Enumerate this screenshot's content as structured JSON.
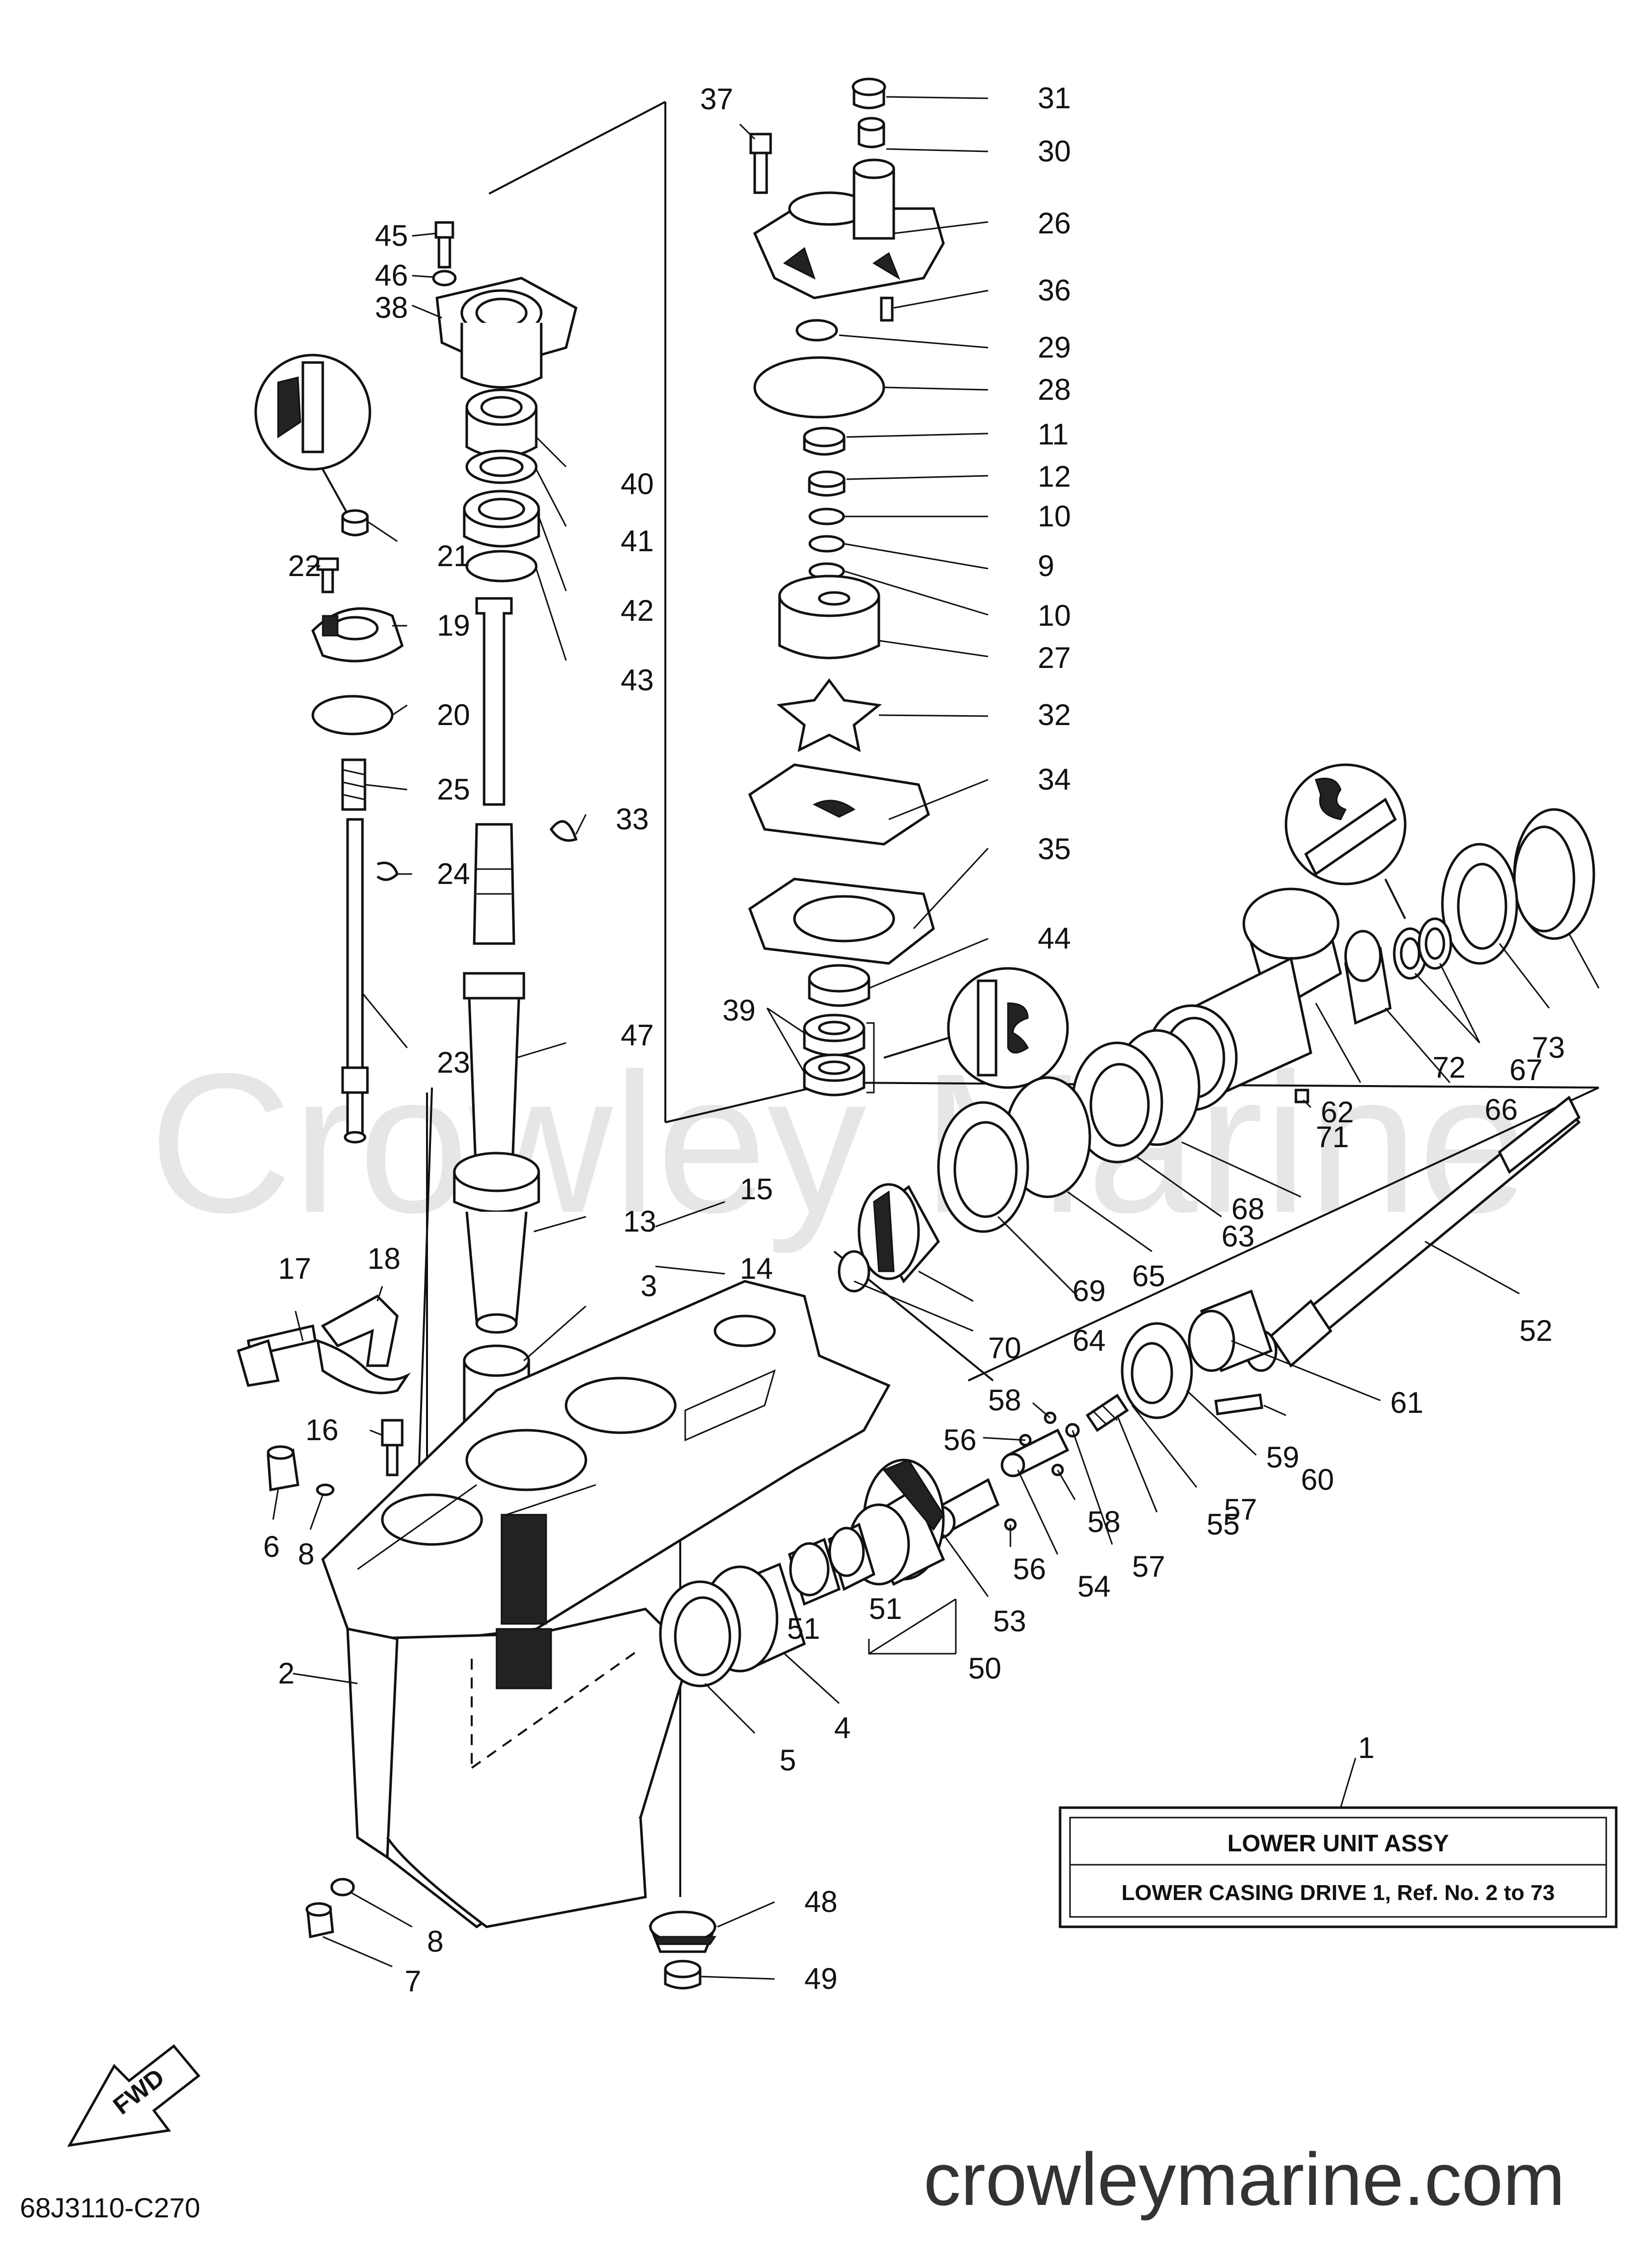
{
  "watermark": "Crowley Marine",
  "site_url": "crowleymarine.com",
  "drawing_code": "68J3110-C270",
  "fwd_label": "FWD",
  "legend": {
    "ref_number": "1",
    "title": "LOWER  UNIT ASSY",
    "subtitle": "LOWER CASING DRIVE 1,  Ref. No. 2 to 73"
  },
  "callouts": [
    {
      "n": "1"
    },
    {
      "n": "2"
    },
    {
      "n": "3"
    },
    {
      "n": "4"
    },
    {
      "n": "5"
    },
    {
      "n": "6"
    },
    {
      "n": "7"
    },
    {
      "n": "8"
    },
    {
      "n": "8"
    },
    {
      "n": "9"
    },
    {
      "n": "10"
    },
    {
      "n": "10"
    },
    {
      "n": "11"
    },
    {
      "n": "12"
    },
    {
      "n": "13"
    },
    {
      "n": "14"
    },
    {
      "n": "15"
    },
    {
      "n": "16"
    },
    {
      "n": "17"
    },
    {
      "n": "18"
    },
    {
      "n": "19"
    },
    {
      "n": "20"
    },
    {
      "n": "21"
    },
    {
      "n": "22"
    },
    {
      "n": "23"
    },
    {
      "n": "24"
    },
    {
      "n": "25"
    },
    {
      "n": "26"
    },
    {
      "n": "27"
    },
    {
      "n": "28"
    },
    {
      "n": "29"
    },
    {
      "n": "30"
    },
    {
      "n": "31"
    },
    {
      "n": "32"
    },
    {
      "n": "33"
    },
    {
      "n": "34"
    },
    {
      "n": "35"
    },
    {
      "n": "36"
    },
    {
      "n": "37"
    },
    {
      "n": "38"
    },
    {
      "n": "39"
    },
    {
      "n": "40"
    },
    {
      "n": "41"
    },
    {
      "n": "42"
    },
    {
      "n": "43"
    },
    {
      "n": "44"
    },
    {
      "n": "45"
    },
    {
      "n": "46"
    },
    {
      "n": "47"
    },
    {
      "n": "48"
    },
    {
      "n": "49"
    },
    {
      "n": "50"
    },
    {
      "n": "51"
    },
    {
      "n": "51"
    },
    {
      "n": "52"
    },
    {
      "n": "53"
    },
    {
      "n": "54"
    },
    {
      "n": "55"
    },
    {
      "n": "56"
    },
    {
      "n": "56"
    },
    {
      "n": "57"
    },
    {
      "n": "57"
    },
    {
      "n": "58"
    },
    {
      "n": "58"
    },
    {
      "n": "59"
    },
    {
      "n": "60"
    },
    {
      "n": "61"
    },
    {
      "n": "62"
    },
    {
      "n": "63"
    },
    {
      "n": "64"
    },
    {
      "n": "65"
    },
    {
      "n": "66"
    },
    {
      "n": "67"
    },
    {
      "n": "68"
    },
    {
      "n": "69"
    },
    {
      "n": "70"
    },
    {
      "n": "71"
    },
    {
      "n": "72"
    },
    {
      "n": "73"
    }
  ]
}
